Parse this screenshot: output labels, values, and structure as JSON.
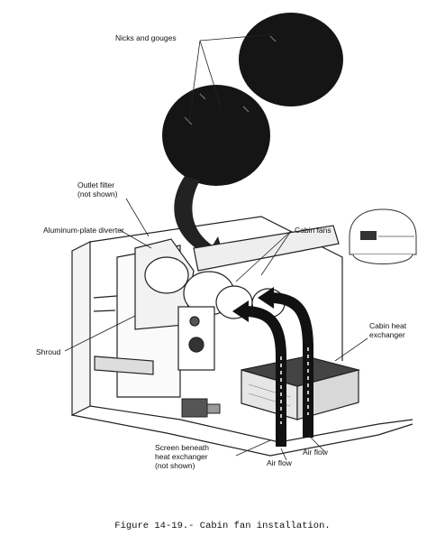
{
  "labels": {
    "nicks_gouges": "Nicks and gouges",
    "outlet_filter": "Outlet filter\n(not shown)",
    "aluminum_diverter": "Aluminum-plate diverter",
    "cabin_fans": "Cabin fans",
    "shroud": "Shroud",
    "cabin_heat_exchanger": "Cabin heat\nexchanger",
    "screen_beneath": "Screen beneath\nheat exchanger\n(not shown)",
    "air_flow_1": "Air flow",
    "air_flow_2": "Air flow"
  },
  "caption": "Figure 14-19.- Cabin fan installation."
}
